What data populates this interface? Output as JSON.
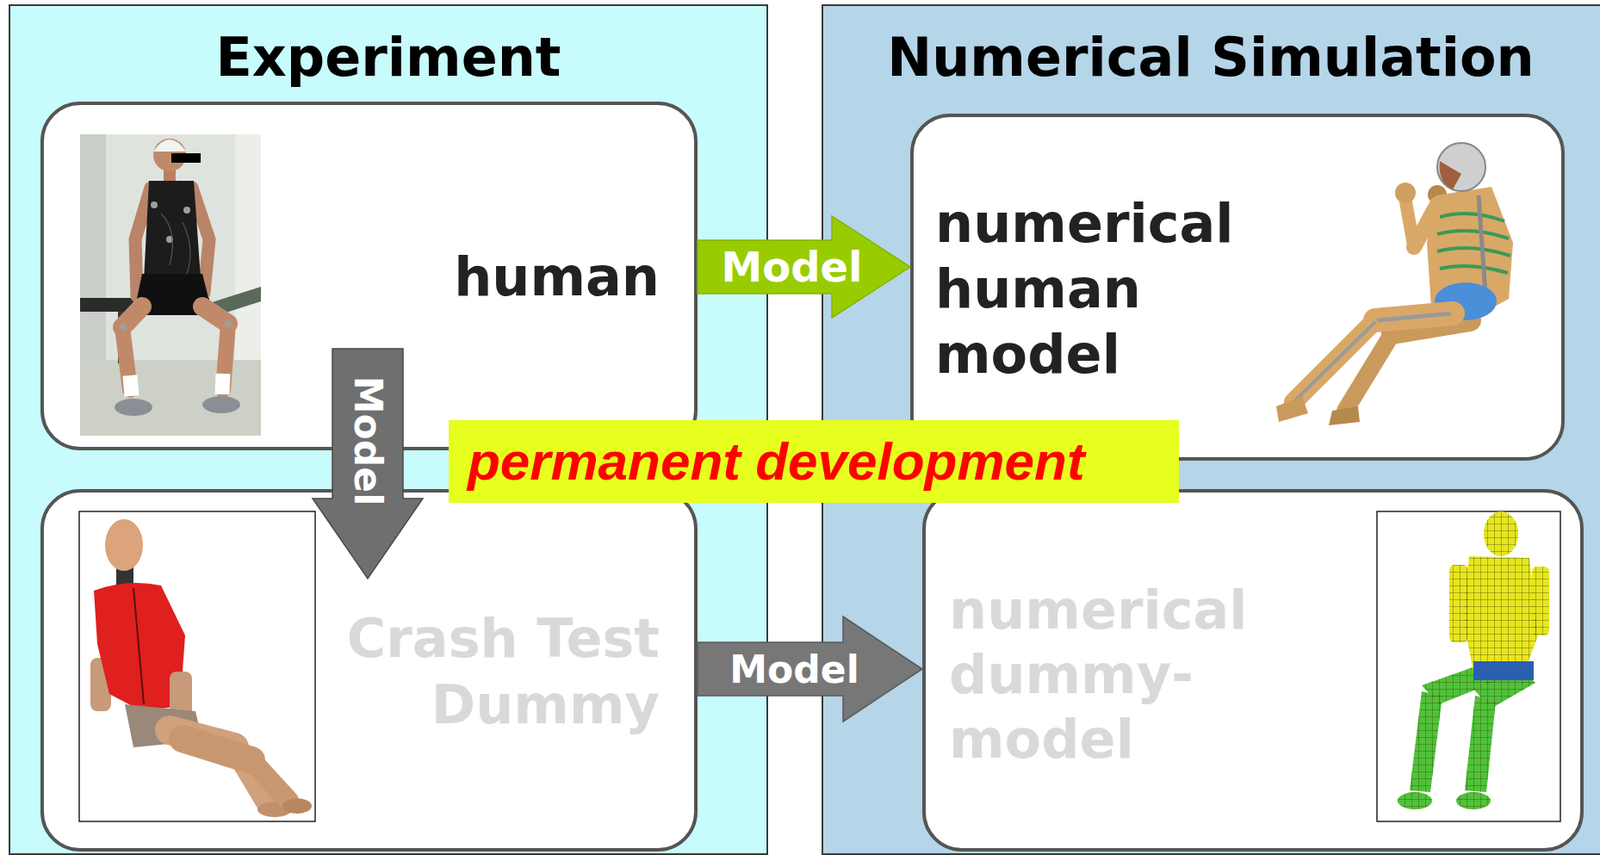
{
  "diagram": {
    "nodes": [
      {
        "text": [
          "Experiment"
        ]
      },
      {
        "text": [
          "human"
        ],
        "in": 0
      },
      {
        "text": [
          "Crash Test Dummy"
        ],
        "in": 0
      },
      {
        "text": [
          "Numerical Simulation"
        ]
      },
      {
        "text": [
          "numerical human model"
        ],
        "in": 3
      },
      {
        "text": [
          "numerical dummy-model"
        ],
        "in": 3
      },
      {
        "text": [
          "permanent development"
        ]
      }
    ],
    "edges": [
      {
        "from": 1,
        "to": 4,
        "arrow": "to",
        "label": "Model"
      },
      {
        "from": 1,
        "to": 2,
        "arrow": "to",
        "label": "Model"
      },
      {
        "from": 2,
        "to": 5,
        "arrow": "to",
        "label": "Model"
      }
    ]
  }
}
